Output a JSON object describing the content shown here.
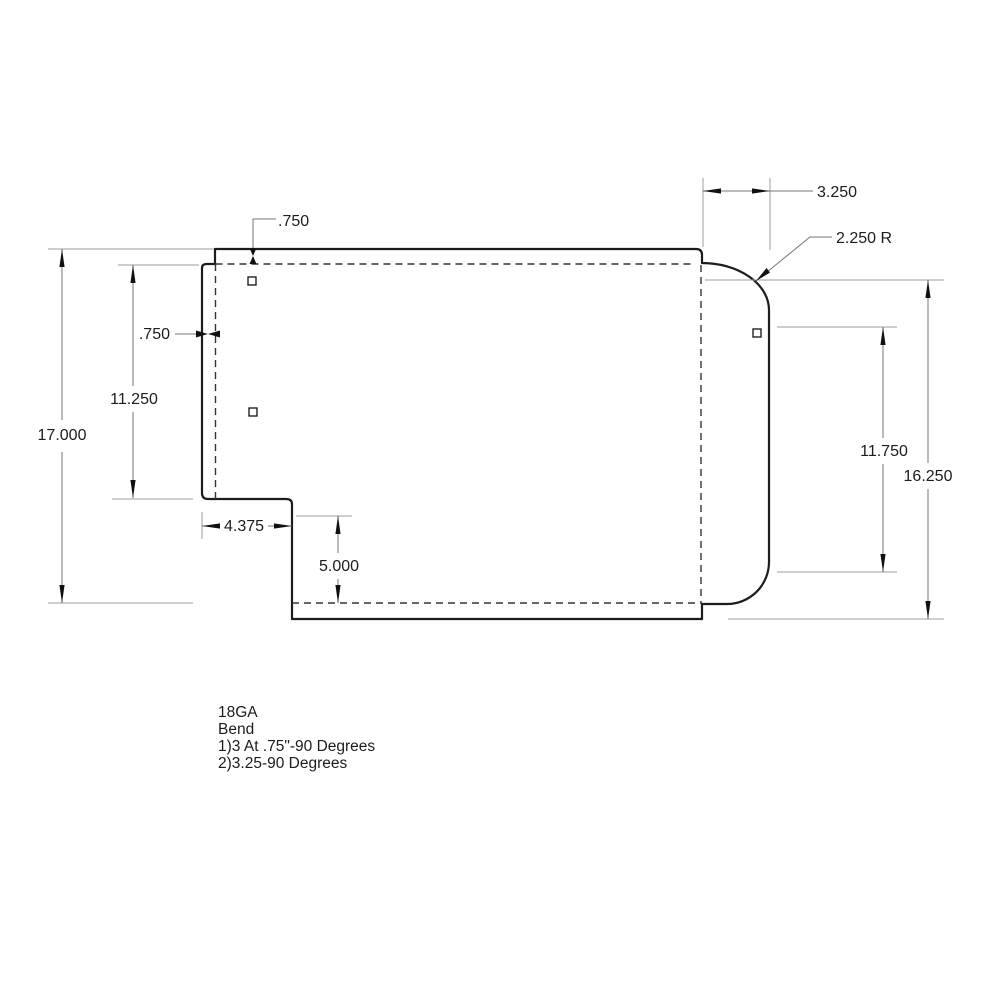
{
  "drawing": {
    "dim_flange_top": ".750",
    "dim_flange_left": ".750",
    "dim_overall_height": "17.000",
    "dim_left_height": "11.250",
    "dim_notch_width": "4.375",
    "dim_notch_height": "5.000",
    "dim_top_offset": "3.250",
    "dim_corner_radius": "2.250 R",
    "dim_hole_height": "11.750",
    "dim_right_height": "16.250",
    "notes": {
      "material": "18GA",
      "bend_header": "Bend",
      "bend_line1": "1)3 At .75\"-90 Degrees",
      "bend_line2": "2)3.25-90 Degrees"
    },
    "colors": {
      "outline": "#1c1c1c",
      "bend_line": "#333333",
      "extension_line": "#9e9e9e",
      "dimension_line": "#757575",
      "arrow": "#111111",
      "text": "#1c1c1c",
      "background": "#ffffff"
    }
  }
}
